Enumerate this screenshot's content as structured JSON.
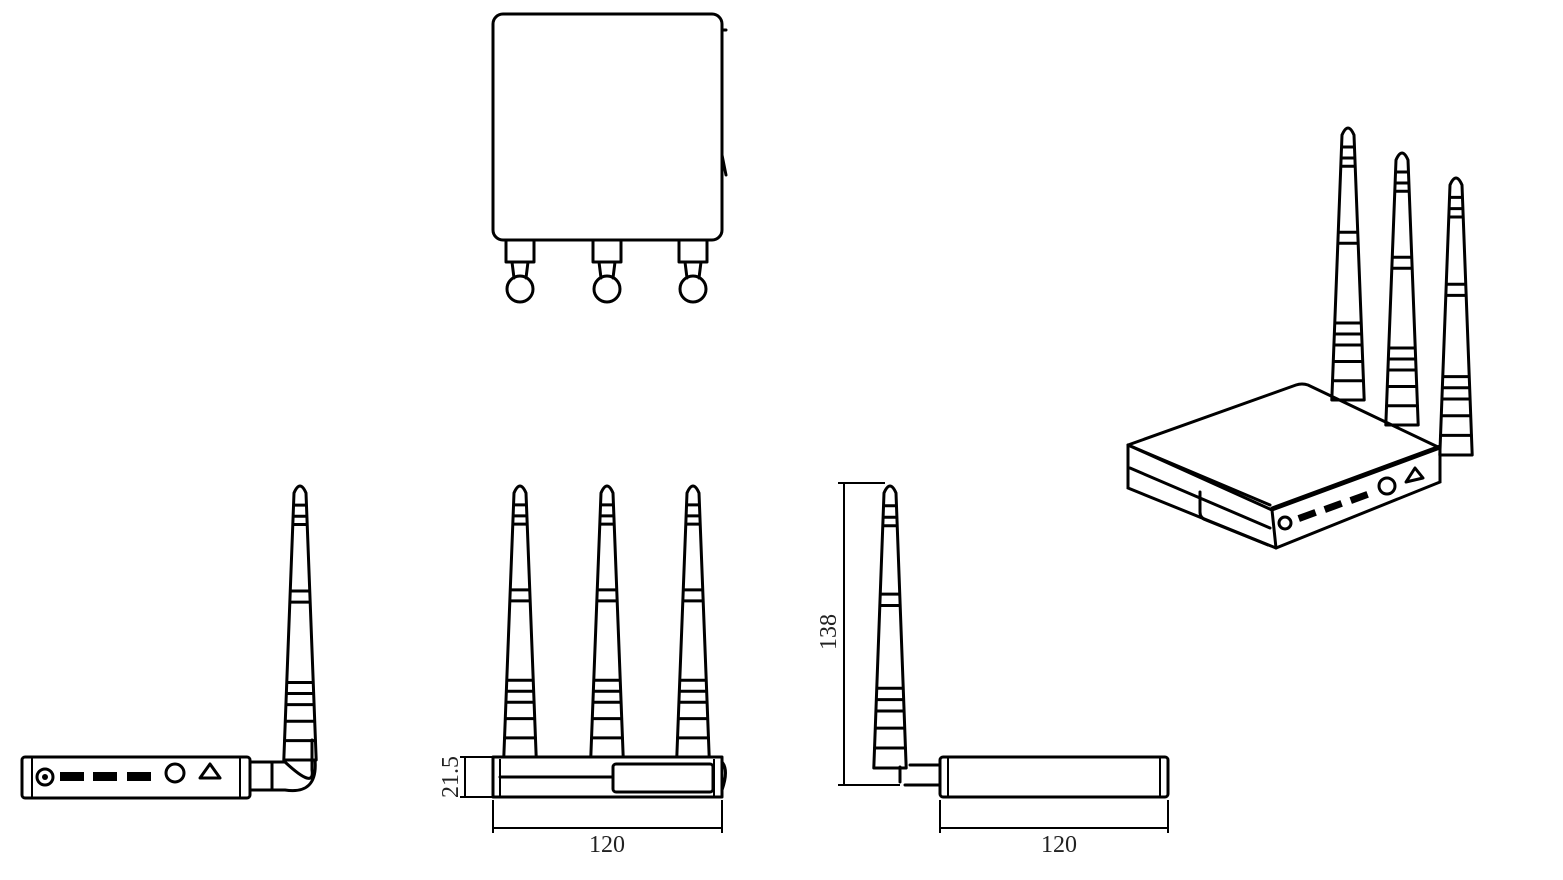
{
  "drawing": {
    "dimensions": {
      "front_width": "120",
      "front_height": "21.5",
      "side_width": "120",
      "total_height": "138"
    },
    "antenna_count": 3
  }
}
